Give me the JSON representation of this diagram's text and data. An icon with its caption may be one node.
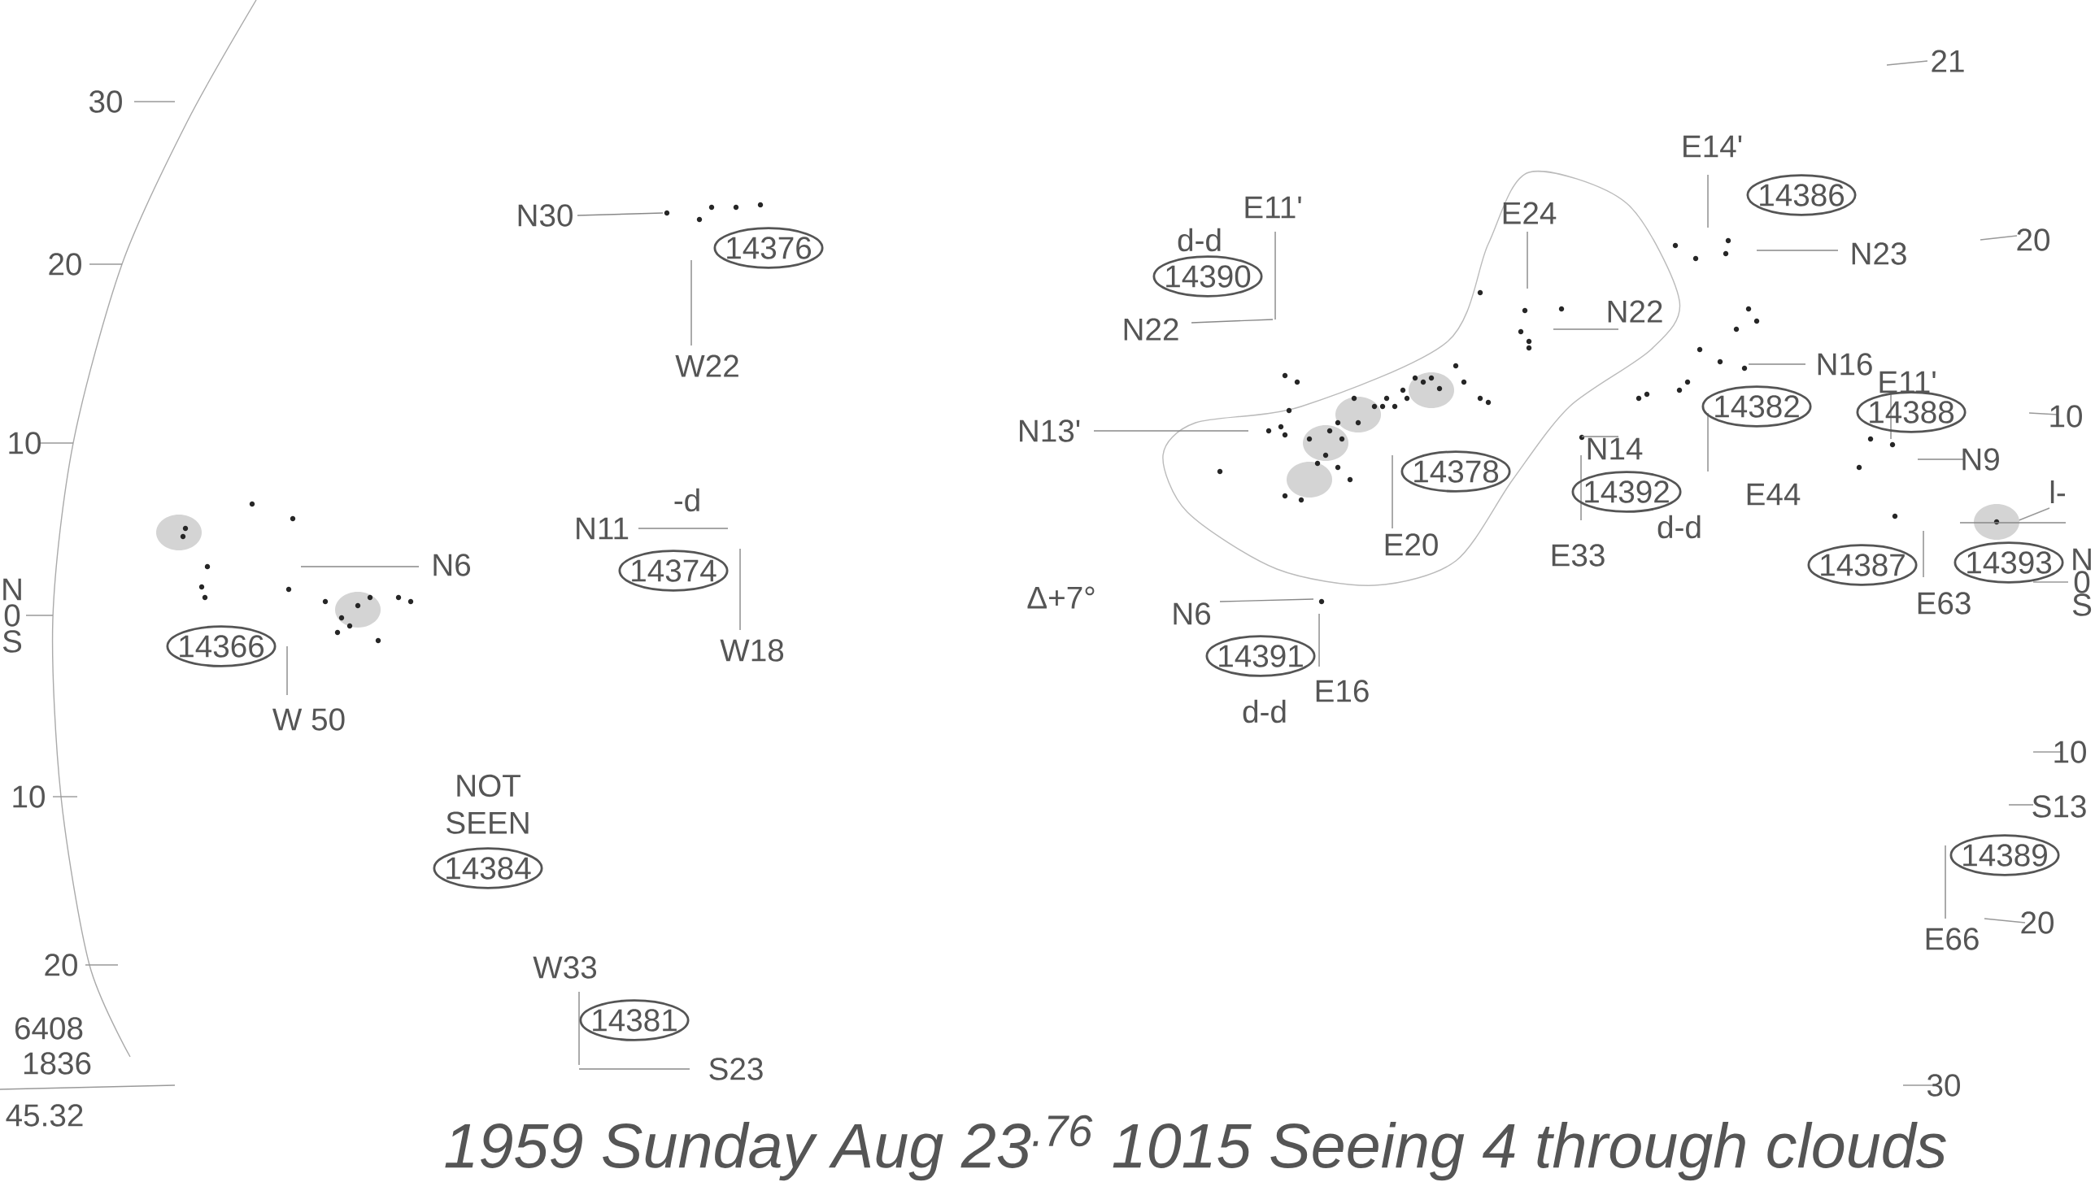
{
  "diagram": {
    "caption": "1959 Sunday Aug 23$^{.76}$ 1015 Seeing 4 through clouds",
    "nodes": [
      {
        "text": [
          "14376"
        ]
      },
      {
        "text": [
          "14390"
        ]
      },
      {
        "text": [
          "14386"
        ]
      },
      {
        "text": [
          "14382"
        ]
      },
      {
        "text": [
          "14388"
        ]
      },
      {
        "text": [
          "14378"
        ]
      },
      {
        "text": [
          "14392"
        ]
      },
      {
        "text": [
          "14374"
        ]
      },
      {
        "text": [
          "14366"
        ]
      },
      {
        "text": [
          "14387"
        ]
      },
      {
        "text": [
          "14393"
        ]
      },
      {
        "text": [
          "14391"
        ]
      },
      {
        "text": [
          "NOT SEEN",
          "14384"
        ]
      },
      {
        "text": [
          "14389"
        ]
      },
      {
        "text": [
          "14381"
        ]
      }
    ],
    "labels": [
      "30",
      "20",
      "21",
      "N30",
      "20",
      "d-d",
      "E11'",
      "E24",
      "E14'",
      "N23",
      "N22",
      "N22",
      "W22",
      "N16",
      "E11'",
      "10",
      "10",
      "N13'",
      "N14",
      "N9",
      "E44",
      "l-",
      "d-d",
      "-d",
      "N11",
      "E33",
      "E20",
      "N6",
      "N",
      "0",
      "S",
      "N",
      "0",
      "S",
      "Δ+7°",
      "E63",
      "N6",
      "W18",
      "E16",
      "d-d",
      "W 50",
      "10",
      "10",
      "S13",
      "E66",
      "20",
      "20",
      "W33",
      "6408",
      "1836",
      "S23",
      "30",
      "45.32"
    ]
  }
}
